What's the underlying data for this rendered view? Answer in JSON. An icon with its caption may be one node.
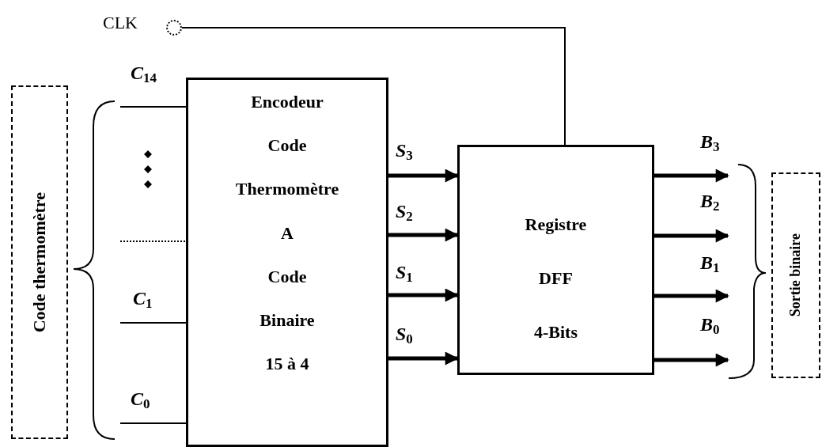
{
  "diagram": {
    "nodes": [
      {
        "text": [
          "Code thermomètre"
        ]
      },
      {
        "text": [
          "Encodeur",
          "Code",
          "Thermomètre",
          "A",
          "Code",
          "Binaire",
          "15 à 4"
        ]
      },
      {
        "text": [
          "Registre",
          "DFF",
          "4-Bits"
        ]
      },
      {
        "text": [
          "Sortie binaire"
        ]
      },
      {
        "text": [],
        "shape": "circle",
        "beside": [
          "CLK"
        ]
      },
      {
        "text": [],
        "shape": "brace"
      },
      {
        "text": [],
        "shape": "brace"
      }
    ],
    "edges": [
      {
        "from": 5,
        "to": 1,
        "arrow": "none",
        "label": "C$_{14}$"
      },
      {
        "from": 5,
        "to": 1,
        "arrow": "none",
        "style": "dashed"
      },
      {
        "from": 5,
        "to": 1,
        "arrow": "none",
        "label": "C$_{1}$"
      },
      {
        "from": 5,
        "to": 1,
        "arrow": "none",
        "label": "C$_{0}$"
      },
      {
        "from": 1,
        "to": 2,
        "arrow": "to",
        "label": "S$_{3}$"
      },
      {
        "from": 1,
        "to": 2,
        "arrow": "to",
        "label": "S$_{2}$"
      },
      {
        "from": 1,
        "to": 2,
        "arrow": "to",
        "label": "S$_{1}$"
      },
      {
        "from": 1,
        "to": 2,
        "arrow": "to",
        "label": "S$_{0}$"
      },
      {
        "from": 2,
        "to": 6,
        "arrow": "to",
        "label": "B$_{3}$"
      },
      {
        "from": 2,
        "to": 6,
        "arrow": "to",
        "label": "B$_{2}$"
      },
      {
        "from": 2,
        "to": 6,
        "arrow": "to",
        "label": "B$_{1}$"
      },
      {
        "from": 2,
        "to": 6,
        "arrow": "to",
        "label": "B$_{0}$"
      },
      {
        "from": 4,
        "to": 2,
        "arrow": "none"
      }
    ]
  }
}
